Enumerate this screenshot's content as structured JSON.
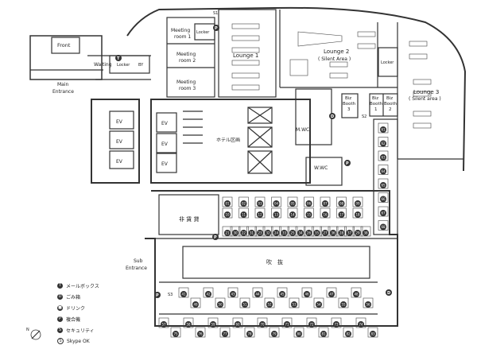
{
  "areas": {
    "front": "Front",
    "waiting": "Waiting",
    "locker_front": "Locker",
    "by": "BY",
    "main_entrance_1": "Main",
    "main_entrance_2": "Entrance",
    "meeting1_1": "Meeting",
    "meeting1_2": "room 1",
    "meeting2_1": "Meeting",
    "meeting2_2": "room 2",
    "meeting3_1": "Meeting",
    "meeting3_2": "room 3",
    "locker_meeting": "Locker",
    "lounge1": "Lounge 1",
    "lounge2_1": "Lounge 2",
    "lounge2_2": "( Silent Area )",
    "locker_lounge": "Locker",
    "lounge3_1": "Lounge 3",
    "lounge3_2": "( Silent area )",
    "biz_booth3_1": "Biz",
    "biz_booth3_2": "Booth",
    "biz_booth3_3": "3",
    "biz_booth1_1": "Biz",
    "biz_booth1_2": "Booth",
    "biz_booth1_3": "1",
    "biz_booth2_1": "Biz",
    "biz_booth2_2": "Booth",
    "biz_booth2_3": "2",
    "hotel": "ホテル区画",
    "mwc": "M.WC",
    "wwc": "W.WC",
    "non_lease": "非 賃 貸",
    "atrium": "吹　抜",
    "sub_entrance_1": "Sub",
    "sub_entrance_2": "Entrance",
    "elevator": "EV"
  },
  "markers": {
    "s1": "S1",
    "s2": "S2",
    "s3": "S3",
    "p": "P",
    "d": "D",
    "t": "T",
    "s": "S"
  },
  "booths": {
    "north_block": [
      "01",
      "02",
      "03",
      "04",
      "05",
      "06",
      "07",
      "08",
      "09",
      "10",
      "11",
      "12",
      "13",
      "14",
      "15",
      "16",
      "17",
      "18"
    ],
    "middle_block": [
      "21",
      "22",
      "23",
      "24",
      "25",
      "26",
      "27",
      "28",
      "29",
      "30",
      "31",
      "32",
      "33",
      "34",
      "35",
      "36",
      "37",
      "38"
    ],
    "east_column": [
      "61",
      "62",
      "63",
      "64",
      "65",
      "66",
      "67",
      "68"
    ],
    "south_block_upper": [
      "41",
      "42",
      "43",
      "44",
      "45",
      "46",
      "47",
      "48",
      "49",
      "50",
      "51",
      "52",
      "53",
      "54",
      "55",
      "56"
    ],
    "south_block_lower": [
      "57",
      "58",
      "59",
      "60",
      "70",
      "71",
      "72",
      "73",
      "74",
      "75",
      "76",
      "77",
      "78",
      "79",
      "80",
      "81",
      "82",
      "83"
    ]
  },
  "legend": [
    {
      "icon": "T",
      "label": "メールボックス"
    },
    {
      "icon": "D",
      "label": "ごみ箱"
    },
    {
      "icon": "■",
      "label": "ドリンク"
    },
    {
      "icon": "P",
      "label": "複合機"
    },
    {
      "icon": "S",
      "label": "セキュリティ"
    },
    {
      "icon": "S",
      "label": "Skype OK"
    }
  ],
  "north": {
    "letter": "N"
  }
}
